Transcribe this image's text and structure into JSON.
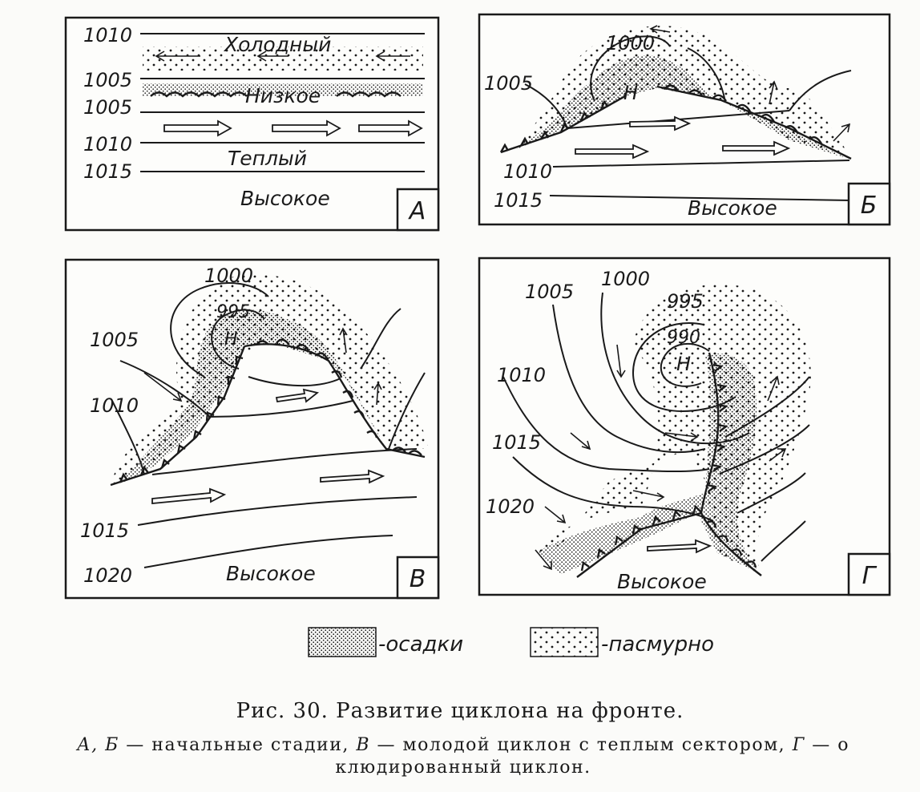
{
  "panels": {
    "A": {
      "tag": "А",
      "isobars": [
        "1010",
        "1005",
        "1005",
        "1010",
        "1015"
      ],
      "labels": {
        "cold": "Холодный",
        "low": "Низкое",
        "warm": "Теплый",
        "high": "Высокое"
      }
    },
    "B": {
      "tag": "Б",
      "isobars": [
        "1000",
        "1005",
        "1010",
        "1015"
      ],
      "labels": {
        "center": "Н",
        "high": "Высокое"
      }
    },
    "V": {
      "tag": "В",
      "isobars": [
        "1000",
        "995",
        "1005",
        "1010",
        "1015",
        "1020"
      ],
      "labels": {
        "center": "Н",
        "high": "Высокое"
      }
    },
    "G": {
      "tag": "Г",
      "isobars": [
        "1005",
        "1000",
        "995",
        "990",
        "1010",
        "1015",
        "1020"
      ],
      "labels": {
        "center": "Н",
        "high": "Высокое"
      }
    }
  },
  "legend": {
    "precip": "-осадки",
    "overcast": "-пасмурно"
  },
  "caption": {
    "title": "Рис. 30. Развитие циклона на фронте.",
    "desc_a": "А, Б",
    "desc_b": " — начальные стадии, ",
    "desc_c": "В",
    "desc_d": " — молодой циклон с теплым сектором, ",
    "desc_e": "Г",
    "desc_f": " — о",
    "desc_line2": "клюдированный циклон."
  },
  "colors": {
    "ink": "#1a1a1a",
    "paper": "#fbfbf9"
  }
}
